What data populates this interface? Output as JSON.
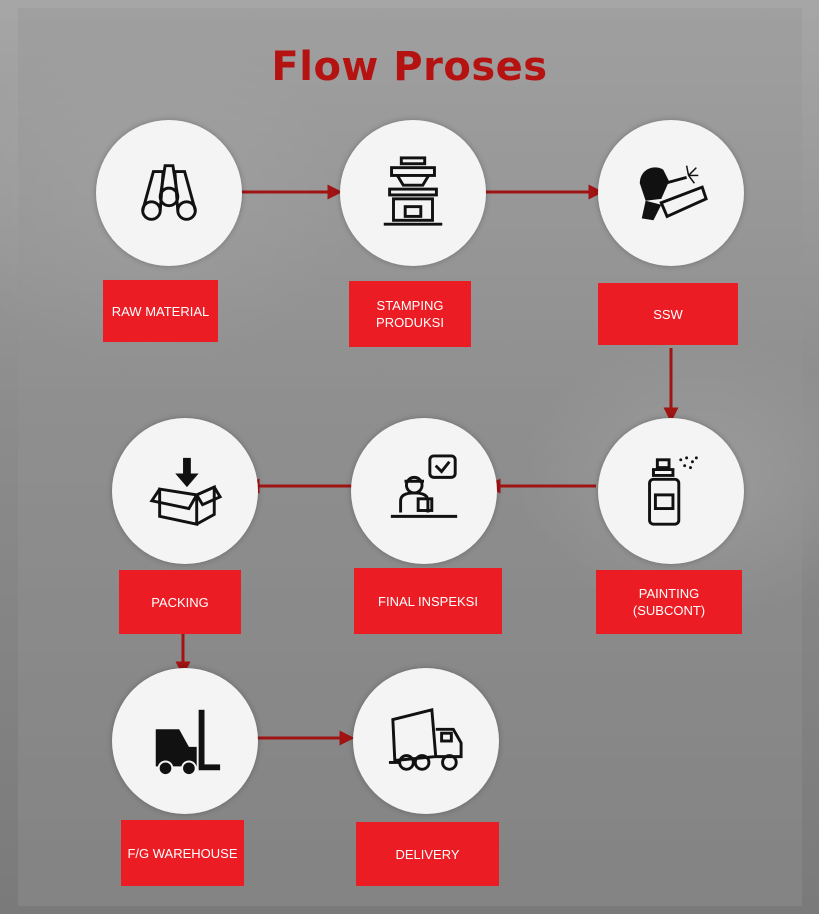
{
  "title": "Flow Proses",
  "colors": {
    "accent": "#b51212",
    "label_bg": "#ec1c24",
    "circle_bg": "#f4f4f4"
  },
  "steps": [
    {
      "id": "raw-material",
      "label": "RAW MATERIAL",
      "icon": "pipes-icon"
    },
    {
      "id": "stamping-produksi",
      "label": "STAMPING PRODUKSI",
      "icon": "stamping-press-icon"
    },
    {
      "id": "ssw",
      "label": "SSW",
      "icon": "welder-icon"
    },
    {
      "id": "painting-subcont",
      "label": "PAINTING (SUBCONT)",
      "icon": "spray-can-icon"
    },
    {
      "id": "final-inspeksi",
      "label": "FINAL INSPEKSI",
      "icon": "inspector-icon"
    },
    {
      "id": "packing",
      "label": "PACKING",
      "icon": "box-icon"
    },
    {
      "id": "fg-warehouse",
      "label": "F/G WAREHOUSE",
      "icon": "forklift-icon"
    },
    {
      "id": "delivery",
      "label": "DELIVERY",
      "icon": "truck-icon"
    }
  ],
  "flow": [
    [
      "raw-material",
      "stamping-produksi"
    ],
    [
      "stamping-produksi",
      "ssw"
    ],
    [
      "ssw",
      "painting-subcont"
    ],
    [
      "painting-subcont",
      "final-inspeksi"
    ],
    [
      "final-inspeksi",
      "packing"
    ],
    [
      "packing",
      "fg-warehouse"
    ],
    [
      "fg-warehouse",
      "delivery"
    ]
  ]
}
